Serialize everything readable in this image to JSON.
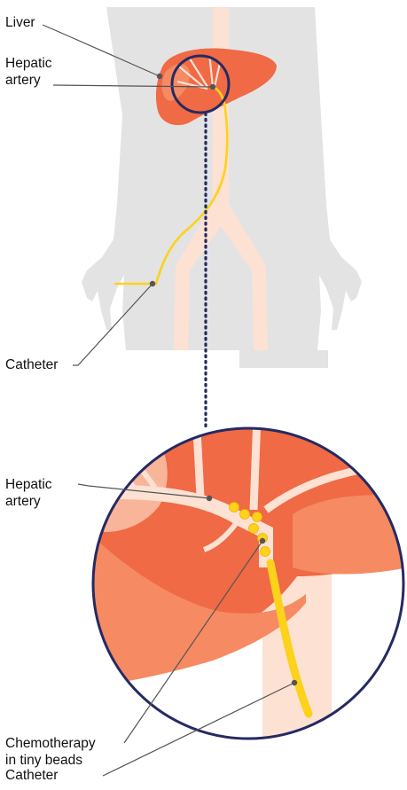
{
  "labels": {
    "liver": "Liver",
    "hepatic_artery_top": "Hepatic\nartery",
    "catheter_top": "Catheter",
    "hepatic_artery_zoom": "Hepatic\nartery",
    "chemotherapy": "Chemotherapy\nin tiny beads",
    "catheter_bottom": "Catheter"
  },
  "colors": {
    "body_silhouette": "#e3e3e4",
    "liver": "#ef6a45",
    "liver_light": "#f58a63",
    "liver_dark": "#e0573a",
    "vessel": "#fde1d2",
    "catheter": "#fcd21a",
    "ring": "#252a62",
    "pointer": "#555555"
  }
}
